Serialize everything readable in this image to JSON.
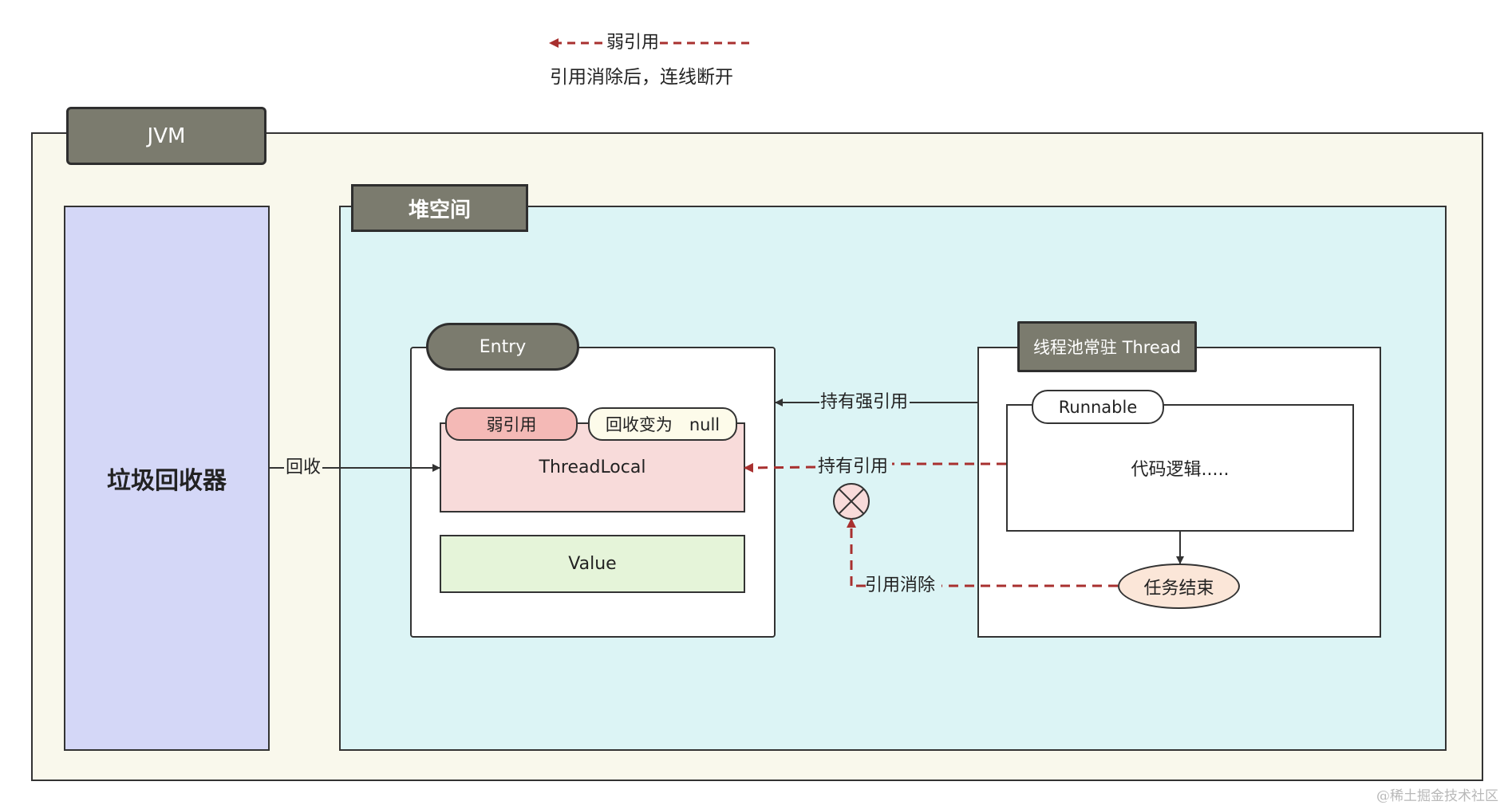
{
  "legend": {
    "arrow_label": "弱引用",
    "note": "引用消除后，连线断开"
  },
  "jvm": {
    "title": "JVM"
  },
  "gc": {
    "title": "垃圾回收器"
  },
  "heap": {
    "title": "堆空间"
  },
  "entry": {
    "title": "Entry",
    "weak_ref_tag": "弱引用",
    "null_tag": "回收变为　null",
    "threadlocal": "ThreadLocal",
    "value": "Value"
  },
  "thread": {
    "title": "线程池常驻 Thread",
    "runnable_title": "Runnable",
    "code": "代码逻辑.....",
    "task_end": "任务结束"
  },
  "links": {
    "gc_reclaim": "回收",
    "strong_ref": "持有强引用",
    "holds_ref": "持有引用",
    "ref_removed": "引用消除"
  },
  "watermark": "@稀土掘金技术社区",
  "colors": {
    "jvm_bg": "#f9f8ec",
    "gc_bg": "#d4d7f7",
    "heap_bg": "#dcf4f5",
    "threadlocal_bg": "#f8dbda",
    "weak_tag_bg": "#f4b9b6",
    "null_tag_bg": "#fdfbea",
    "value_bg": "#e5f4d9",
    "task_end_bg": "#fbe6d8",
    "dark_tag_bg": "#7b7b6e",
    "weak_ref_red": "#a8302f"
  }
}
